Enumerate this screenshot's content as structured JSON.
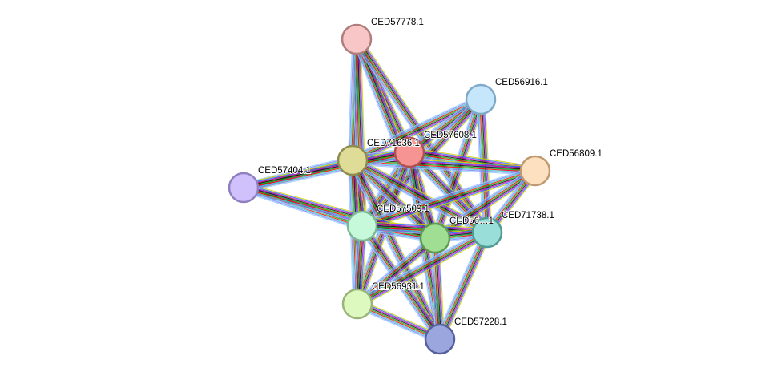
{
  "network": {
    "edge_colors": [
      "#d4d400",
      "#3366ff",
      "#c000c0",
      "#111111",
      "#00aa00",
      "#ff0000",
      "#33cccc",
      "#8080ff",
      "#99ccff"
    ],
    "nodes": [
      {
        "id": "CED57778.1",
        "label": "CED57778.1",
        "fill": "#f8c6c6",
        "stroke": "#b07c7c"
      },
      {
        "id": "CED56916.1",
        "label": "CED56916.1",
        "fill": "#c5e6fb",
        "stroke": "#7fa9c8"
      },
      {
        "id": "CED57608.1",
        "label": "CED57608.1",
        "fill": "#f69494",
        "stroke": "#b05050"
      },
      {
        "id": "CED71636.1",
        "label": "CED71636.1",
        "fill": "#dedc96",
        "stroke": "#8e8c50"
      },
      {
        "id": "CED56809.1",
        "label": "CED56809.1",
        "fill": "#fde0c0",
        "stroke": "#c09a70"
      },
      {
        "id": "CED57404.1",
        "label": "CED57404.1",
        "fill": "#d0c0fb",
        "stroke": "#9080c0"
      },
      {
        "id": "CED57509.1",
        "label": "CED57509.1",
        "fill": "#c6f8da",
        "stroke": "#7ab896"
      },
      {
        "id": "CED56xxx.1",
        "label": "CED56…1",
        "fill": "#a0de94",
        "stroke": "#5e9c52"
      },
      {
        "id": "CED71738.1",
        "label": "CED71738.1",
        "fill": "#99ded8",
        "stroke": "#4e9c94"
      },
      {
        "id": "CED56931.1",
        "label": "CED56931.1",
        "fill": "#def9c0",
        "stroke": "#98b478"
      },
      {
        "id": "CED57228.1",
        "label": "CED57228.1",
        "fill": "#9ba6df",
        "stroke": "#56609c"
      }
    ]
  }
}
